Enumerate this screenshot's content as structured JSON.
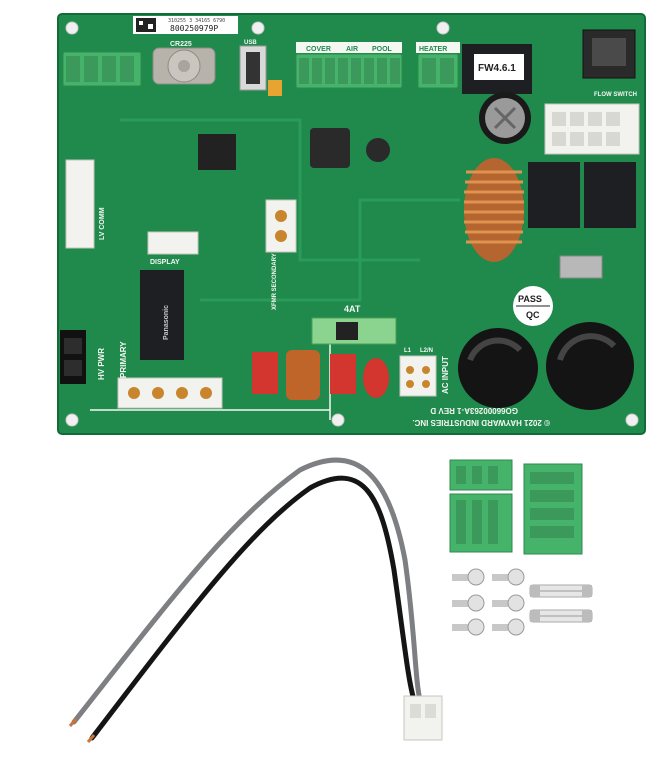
{
  "colors": {
    "pcb": "#1f8a4c",
    "pcb_dark": "#17703c",
    "silk": "#f4f7f2",
    "terminal_green": "#46b36a",
    "relay_black": "#1e1f22",
    "copper": "#c8743a",
    "wire_gray": "#7d7f82",
    "wire_black": "#151515",
    "connector_white": "#f2f2ee"
  },
  "board": {
    "copyright": "© 2021 HAYWARD INDUSTRIES INC.",
    "part_number": "GO66000263A-1 REV D",
    "firmware_label": "FW4.6.1",
    "fuse_rating": "4AT",
    "labels": {
      "cover": "COVER",
      "air": "AIR",
      "pool": "POOL",
      "heater": "HEATER",
      "flow_switch": "FLOW SWITCH",
      "lv_comm": "LV COMM",
      "display": "DISPLAY",
      "xfmr_secondary": "XFMR SECONDARY",
      "primary": "PRIMARY",
      "hv_pwr": "HV PWR",
      "ac_input": "AC INPUT",
      "qc": "QC",
      "pass": "PASS",
      "l1": "L1",
      "l2": "L2/N",
      "cr225": "CR225",
      "usb": "USB",
      "relay_brand": "Panasonic",
      "barcode_text": "800250979P",
      "serial_text": "310255 3 34165 6790"
    }
  },
  "kit": {
    "terminal_blocks": 3,
    "screws": 6,
    "fuses": 2,
    "wire_harness": "2-wire lead, white connector"
  }
}
